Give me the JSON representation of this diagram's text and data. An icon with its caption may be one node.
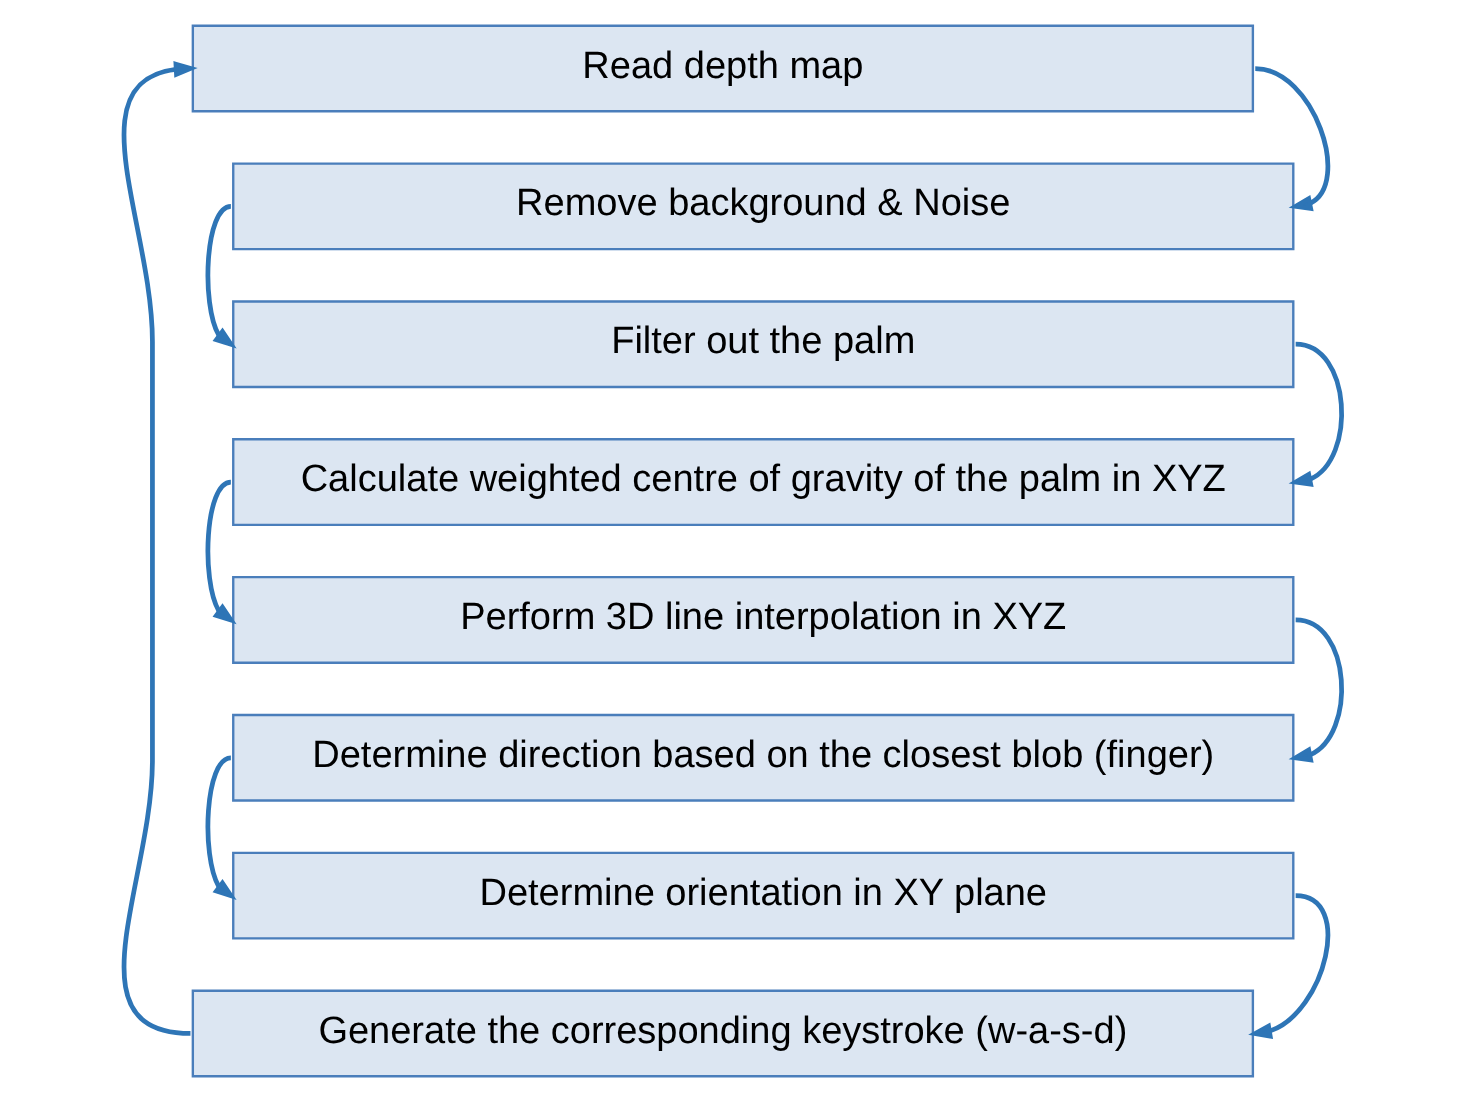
{
  "diagram": {
    "nodes": [
      {
        "text": [
          "Read depth map"
        ]
      },
      {
        "text": [
          "Remove background & Noise"
        ]
      },
      {
        "text": [
          "Filter out the palm"
        ]
      },
      {
        "text": [
          "Calculate weighted centre of gravity of the palm in XYZ"
        ]
      },
      {
        "text": [
          "Perform 3D line interpolation in XYZ"
        ]
      },
      {
        "text": [
          "Determine direction based on the closest blob (finger)"
        ]
      },
      {
        "text": [
          "Determine orientation in XY plane"
        ]
      },
      {
        "text": [
          "Generate the corresponding keystroke (w-a-s-d)"
        ]
      }
    ],
    "edges": [
      {
        "from": 0,
        "to": 1,
        "arrow": "to"
      },
      {
        "from": 1,
        "to": 2,
        "arrow": "to"
      },
      {
        "from": 2,
        "to": 3,
        "arrow": "to"
      },
      {
        "from": 3,
        "to": 4,
        "arrow": "to"
      },
      {
        "from": 4,
        "to": 5,
        "arrow": "to"
      },
      {
        "from": 5,
        "to": 6,
        "arrow": "to"
      },
      {
        "from": 6,
        "to": 7,
        "arrow": "to"
      },
      {
        "from": 7,
        "to": 0,
        "arrow": "to"
      }
    ]
  }
}
